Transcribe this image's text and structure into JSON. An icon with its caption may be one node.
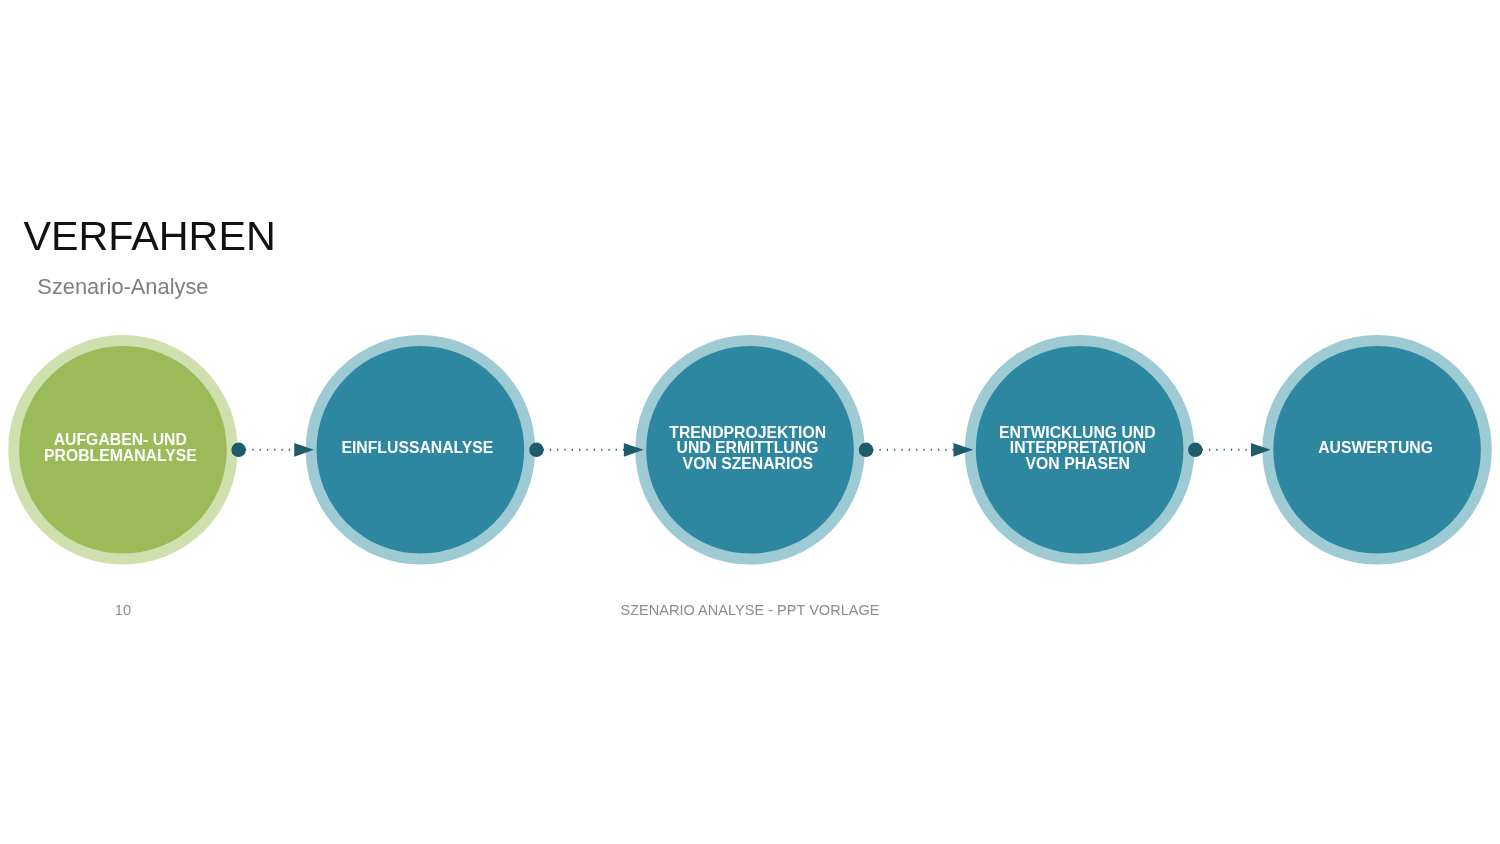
{
  "diagram": {
    "title": "VERFAHREN",
    "nodes": [
      {
        "text": [
          "AUFGABEN- UND PROBLEMANALYSE"
        ]
      },
      {
        "text": [
          "EINFLUSSANALYSE"
        ]
      },
      {
        "text": [
          "TRENDPROJEKTION UND ERMITTLUNG VON SZENARIOS"
        ]
      },
      {
        "text": [
          "ENTWICKLUNG UND INTERPRETATION VON PHASEN"
        ]
      },
      {
        "text": [
          "AUSWERTUNG"
        ]
      }
    ],
    "edges": [
      {
        "from": 0,
        "to": 1,
        "arrow": "to",
        "style": "dashed"
      },
      {
        "from": 1,
        "to": 2,
        "arrow": "to",
        "style": "dashed"
      },
      {
        "from": 2,
        "to": 3,
        "arrow": "to",
        "style": "dashed"
      },
      {
        "from": 3,
        "to": 4,
        "arrow": "to",
        "style": "dashed"
      }
    ],
    "labels": [
      "Szenario-Analyse",
      "10",
      "SZENARIO ANALYSE - PPT VORLAGE"
    ]
  }
}
